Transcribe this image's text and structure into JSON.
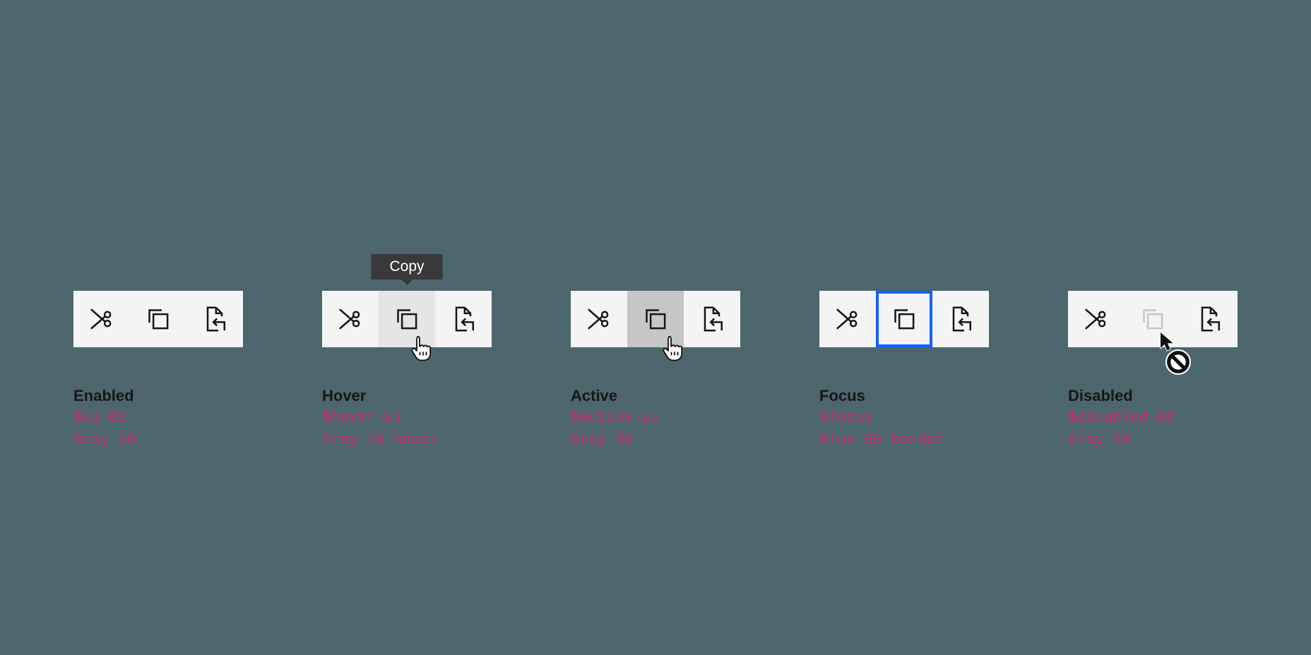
{
  "page": {
    "background_color": "#4d666e"
  },
  "tooltip": {
    "label": "Copy"
  },
  "toolbar": {
    "buttons": [
      {
        "id": "cut",
        "icon": "scissors-icon"
      },
      {
        "id": "copy",
        "icon": "copy-icon"
      },
      {
        "id": "paste",
        "icon": "document-import-icon"
      }
    ]
  },
  "groups": [
    {
      "state": "enabled",
      "title": "Enabled",
      "token": "$ui-01",
      "value": "Gray 10"
    },
    {
      "state": "hover",
      "title": "Hover",
      "token": "$hover-ui",
      "value": "Gray 10 hover",
      "tooltip": "Copy",
      "cursor": "pointer-hand-cursor"
    },
    {
      "state": "active",
      "title": "Active",
      "token": "$active-ui",
      "value": "Gray 30",
      "cursor": "pointer-hand-cursor"
    },
    {
      "state": "focus",
      "title": "Focus",
      "token": "$focus",
      "value": "Blue 60 border"
    },
    {
      "state": "disabled",
      "title": "Disabled",
      "token": "$disabled-02",
      "value": "Gray 30",
      "cursor": "arrow-blocked-cursor"
    }
  ],
  "colors": {
    "canvas_bg": "#4d666e",
    "toolbar_bg_gray10": "#f4f4f4",
    "hover_bg_gray10_hover": "#e5e5e5",
    "active_bg_gray30": "#c6c6c6",
    "focus_border_blue60": "#0f62fe",
    "disabled_icon_gray30": "#c6c6c6",
    "icon_color": "#161616",
    "annotation_magenta": "#d02670",
    "tooltip_bg": "#393939",
    "tooltip_text": "#ffffff"
  }
}
